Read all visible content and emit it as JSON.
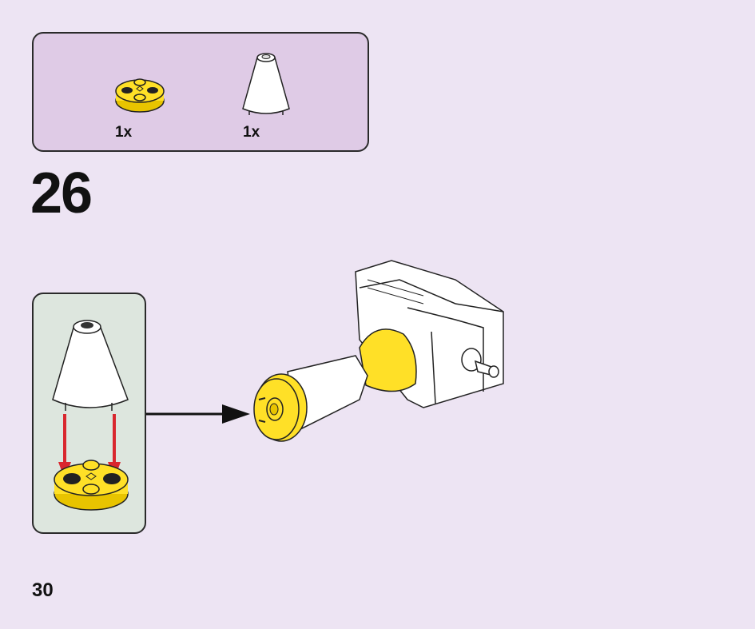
{
  "parts_list": {
    "items": [
      {
        "name": "round-plate-2x2-yellow",
        "quantity": "1x",
        "color": "#ffe027"
      },
      {
        "name": "cone-white",
        "quantity": "1x",
        "color": "#ffffff"
      }
    ]
  },
  "step": {
    "number": "26"
  },
  "page": {
    "number": "30"
  },
  "colors": {
    "background": "#ede4f3",
    "parts_box": "#dfcbe6",
    "sub_box": "#dde6de",
    "yellow": "#ffe027",
    "arrow_red": "#d9272e"
  }
}
